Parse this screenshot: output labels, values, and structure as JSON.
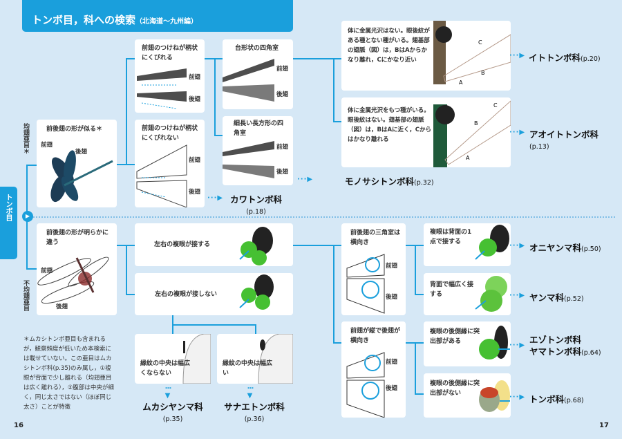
{
  "title": {
    "main": "トンボ目，科への検索",
    "sub": "（北海道〜九州編）"
  },
  "side_tab": "トンボ目",
  "suborders": {
    "zygoptera": "均翅亜目＊",
    "anisoptera": "不均翅亜目"
  },
  "wing_labels": {
    "fore": "前翅",
    "hind": "後翅"
  },
  "zygoptera": {
    "root": "前後翅の形が似る＊",
    "stalked": "前翅のつけねが柄状にくびれる",
    "not_stalked": "前翅のつけねが柄状にくびれない",
    "trapezoid": "台形状の四角室",
    "rectangle": "細長い長方形の四角室",
    "ito_desc": "体に金属光沢はない。眼後紋がある種とない種がいる。翅基部の翅脈（図）は，BはAからかなり離れ，Cにかなり近い",
    "aoito_desc": "体に金属光沢をもつ種がいる。眼後紋はない。翅基部の翅脈（図）は，BはAに近く，Cからはかなり離れる",
    "vein_labels": [
      "A",
      "B",
      "C"
    ]
  },
  "anisoptera": {
    "root": "前後翅の形が明らかに違う",
    "eyes_touch": "左右の複眼が接する",
    "eyes_apart": "左右の複眼が接しない",
    "stigma_narrow": "縁紋の中央は幅広くならない",
    "stigma_wide": "縁紋の中央は幅広い",
    "triangle_horizontal": "前後翅の三角室は横向き",
    "triangle_vertical": "前翅が縦で後翅が横向き",
    "touch_point": "複眼は背面の1点で接する",
    "touch_wide": "背面で幅広く接する",
    "protrusion_yes": "複眼の後側縁に突出部がある",
    "protrusion_no": "複眼の後側縁に突出部がない"
  },
  "families": {
    "ito": {
      "name": "イトトンボ科",
      "page": "(p.20)"
    },
    "aoito": {
      "name": "アオイトトンボ科",
      "page": "(p.13)"
    },
    "monosashi": {
      "name": "モノサシトンボ科",
      "page": "(p.32)"
    },
    "kawa": {
      "name": "カワトンボ科",
      "page": "(p.18)"
    },
    "mukashiyanma": {
      "name": "ムカシヤンマ科",
      "page": "(p.35)"
    },
    "sanae": {
      "name": "サナエトンボ科",
      "page": "(p.36)"
    },
    "oniyanma": {
      "name": "オニヤンマ科",
      "page": "(p.50)"
    },
    "yanma": {
      "name": "ヤンマ科",
      "page": "(p.52)"
    },
    "ezo": {
      "name": "エゾトンボ科",
      "name2": "ヤマトンボ科",
      "page": "(p.64)"
    },
    "tombo": {
      "name": "トンボ科",
      "page": "(p.68)"
    }
  },
  "footnote": "＊ムカシトンボ亜目も含まれるが，観察頻度が低いため本検索には載せていない。この亜目はムカシトンボ科(p.35)のみ属し，①複眼が背面で少し離れる（均翅亜目は広く離れる），②腹部は中央が細く，同じ太さではない（ほぼ同じ太さ）ことが特徴",
  "pages": {
    "left": "16",
    "right": "17"
  },
  "arrow": "···▶",
  "colors": {
    "accent": "#1a9fdc",
    "background": "#d6e8f6"
  }
}
